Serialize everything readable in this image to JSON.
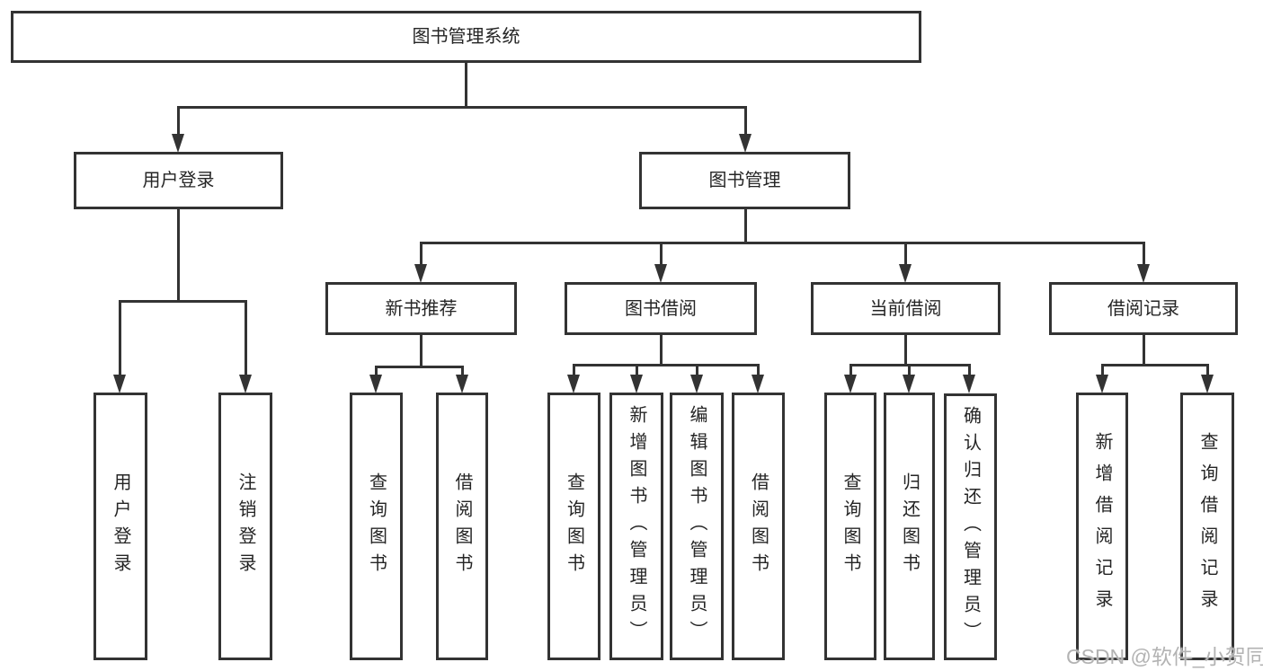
{
  "root": {
    "label": "图书管理系统"
  },
  "level2": [
    {
      "label": "用户登录"
    },
    {
      "label": "图书管理"
    }
  ],
  "level3": [
    {
      "label": "新书推荐"
    },
    {
      "label": "图书借阅"
    },
    {
      "label": "当前借阅"
    },
    {
      "label": "借阅记录"
    }
  ],
  "leaves": {
    "login": [
      {
        "label": "用户登录"
      },
      {
        "label": "注销登录"
      }
    ],
    "recommend": [
      {
        "label": "查询图书"
      },
      {
        "label": "借阅图书"
      }
    ],
    "borrow": [
      {
        "label": "查询图书"
      },
      {
        "label": "新增图书（管理员）"
      },
      {
        "label": "编辑图书（管理员）"
      },
      {
        "label": "借阅图书"
      }
    ],
    "current": [
      {
        "label": "查询图书"
      },
      {
        "label": "归还图书"
      },
      {
        "label": "确认归还（管理员）"
      }
    ],
    "records": [
      {
        "label": "新增借阅记录"
      },
      {
        "label": "查询借阅记录"
      }
    ]
  },
  "watermark": {
    "text": "CSDN @软件_小贺同学"
  },
  "colors": {
    "line": "#333333",
    "text": "#252525",
    "background": "#ffffff",
    "watermark": "#b3b3b3"
  }
}
